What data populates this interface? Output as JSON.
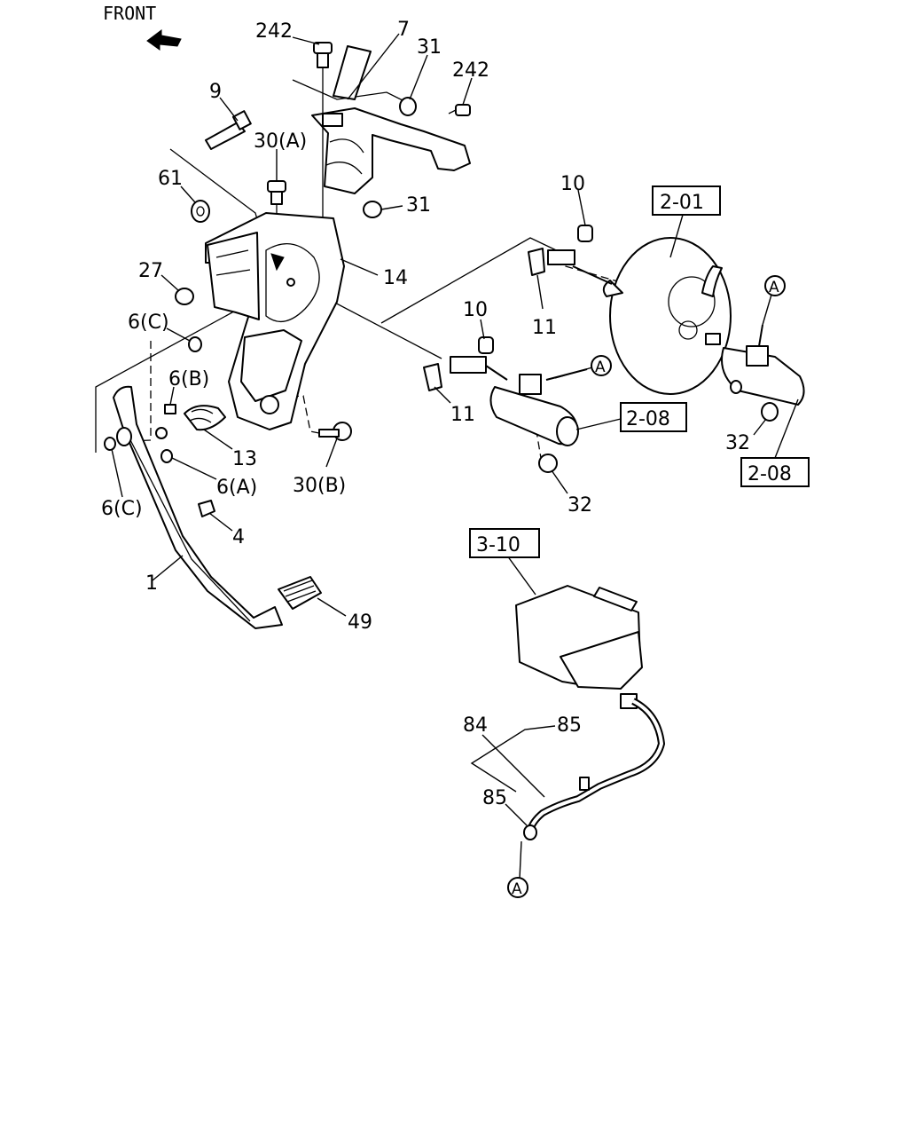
{
  "front_label": "FRONT",
  "callouts": {
    "c242_top": "242",
    "c7": "7",
    "c31_top": "31",
    "c242_right": "242",
    "c9": "9",
    "c30a": "30(A)",
    "c61": "61",
    "c31_mid": "31",
    "c10_top": "10",
    "c27": "27",
    "c14": "14",
    "c11_top": "11",
    "c6c_top": "6(C)",
    "c10_mid": "10",
    "c6b": "6(B)",
    "c11_mid": "11",
    "c32_right": "32",
    "c13": "13",
    "c6a": "6(A)",
    "c30b": "30(B)",
    "c6c_bottom": "6(C)",
    "c32_mid": "32",
    "c4": "4",
    "c1": "1",
    "c49": "49",
    "c84": "84",
    "c85_top": "85",
    "c85_bottom": "85"
  },
  "references": {
    "r201": "2-01",
    "r208_mid": "2-08",
    "r208_right": "2-08",
    "r310": "3-10"
  },
  "connectors": {
    "a_booster": "A",
    "a_cylinder": "A",
    "a_hose": "A"
  }
}
